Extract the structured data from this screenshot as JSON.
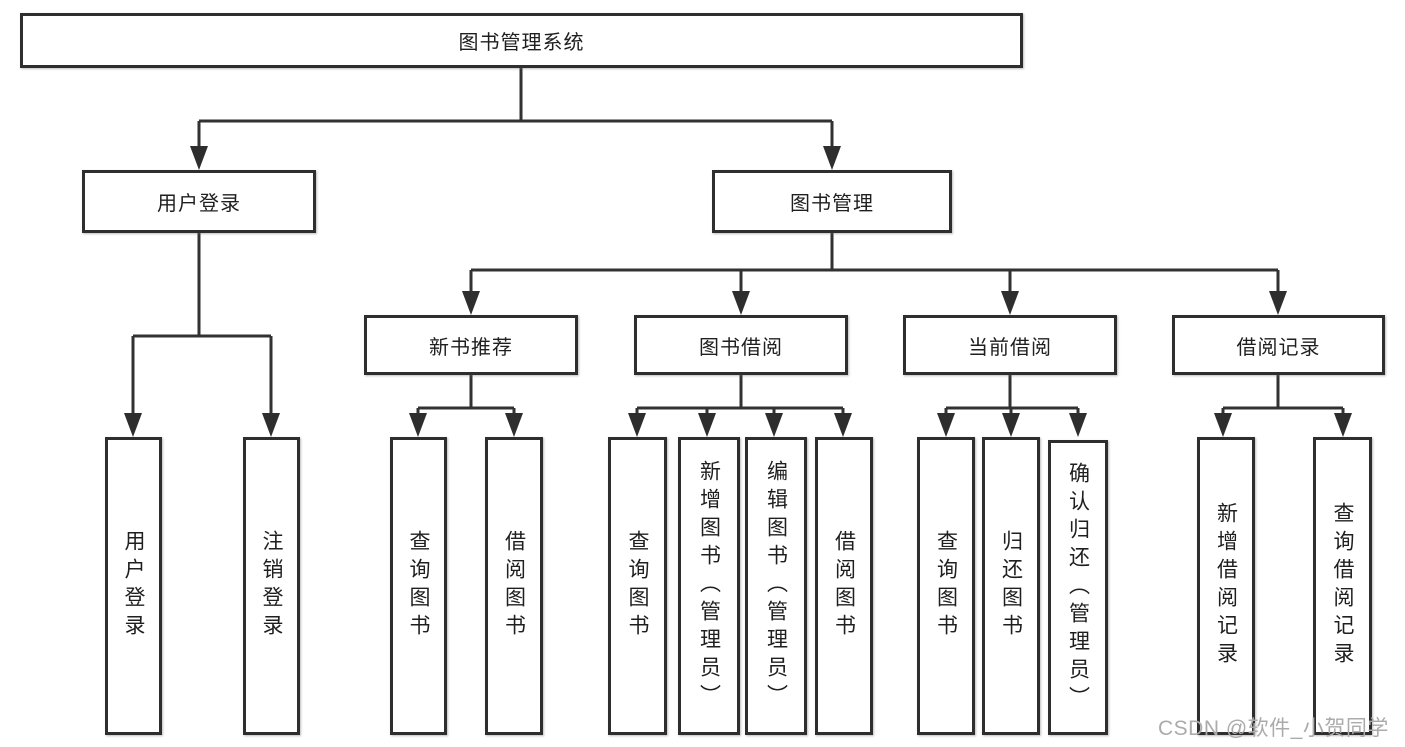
{
  "tree": {
    "label": "图书管理系统",
    "children": [
      {
        "label": "用户登录",
        "children": [
          {
            "label": "用户登录"
          },
          {
            "label": "注销登录"
          }
        ]
      },
      {
        "label": "图书管理",
        "children": [
          {
            "label": "新书推荐",
            "children": [
              {
                "label": "查询图书"
              },
              {
                "label": "借阅图书"
              }
            ]
          },
          {
            "label": "图书借阅",
            "children": [
              {
                "label": "查询图书"
              },
              {
                "label": "新增图书（管理员）"
              },
              {
                "label": "编辑图书（管理员）"
              },
              {
                "label": "借阅图书"
              }
            ]
          },
          {
            "label": "当前借阅",
            "children": [
              {
                "label": "查询图书"
              },
              {
                "label": "归还图书"
              },
              {
                "label": "确认归还（管理员）"
              }
            ]
          },
          {
            "label": "借阅记录",
            "children": [
              {
                "label": "新增借阅记录"
              },
              {
                "label": "查询借阅记录"
              }
            ]
          }
        ]
      }
    ]
  },
  "watermark": {
    "text": "CSDN @软件_小贺同学"
  },
  "colors": {
    "line": "#323232",
    "box_border": "#2e2e2e",
    "box_fill": "#ffffff",
    "text": "#1f1f1f",
    "watermark": "#ababab",
    "background": "#ffffff"
  }
}
